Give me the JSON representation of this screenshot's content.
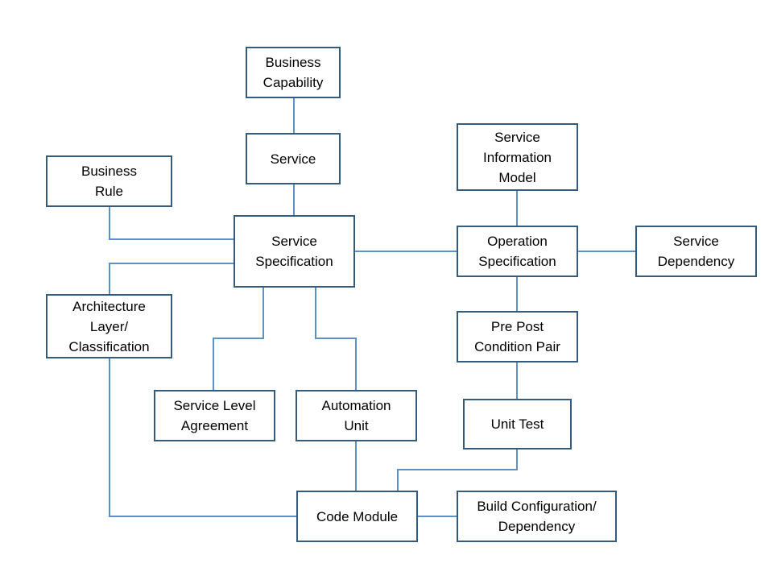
{
  "diagram": {
    "line_color": "#5b93c8",
    "border_color": "#355b7c",
    "nodes": {
      "business_capability": "Business\nCapability",
      "service": "Service",
      "business_rule": "Business\nRule",
      "service_information_model": "Service\nInformation\nModel",
      "service_specification": "Service\nSpecification",
      "operation_specification": "Operation\nSpecification",
      "service_dependency": "Service\nDependency",
      "architecture_layer": "Architecture\nLayer/\nClassification",
      "pre_post_condition_pair": "Pre Post\nCondition Pair",
      "service_level_agreement": "Service Level\nAgreement",
      "automation_unit": "Automation\nUnit",
      "unit_test": "Unit Test",
      "code_module": "Code Module",
      "build_configuration": "Build Configuration/\nDependency"
    },
    "edges": [
      {
        "from": "business_capability",
        "to": "service"
      },
      {
        "from": "service",
        "to": "service_specification"
      },
      {
        "from": "business_rule",
        "to": "service_specification"
      },
      {
        "from": "architecture_layer",
        "to": "service_specification"
      },
      {
        "from": "service_specification",
        "to": "operation_specification"
      },
      {
        "from": "service_information_model",
        "to": "operation_specification"
      },
      {
        "from": "operation_specification",
        "to": "service_dependency"
      },
      {
        "from": "operation_specification",
        "to": "pre_post_condition_pair"
      },
      {
        "from": "pre_post_condition_pair",
        "to": "unit_test"
      },
      {
        "from": "service_specification",
        "to": "service_level_agreement"
      },
      {
        "from": "service_specification",
        "to": "automation_unit"
      },
      {
        "from": "automation_unit",
        "to": "code_module"
      },
      {
        "from": "unit_test",
        "to": "code_module"
      },
      {
        "from": "architecture_layer",
        "to": "code_module"
      },
      {
        "from": "code_module",
        "to": "build_configuration"
      }
    ]
  }
}
